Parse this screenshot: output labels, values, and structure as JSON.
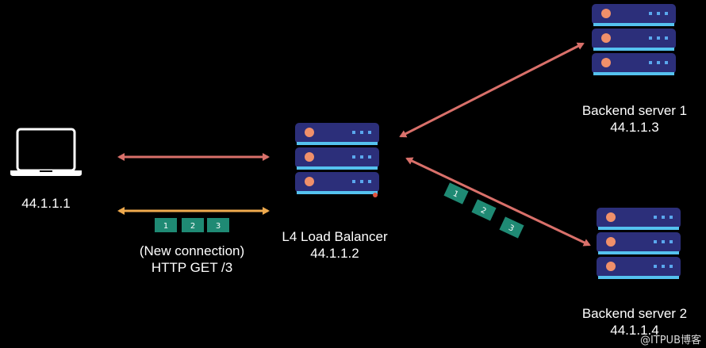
{
  "client": {
    "ip": "44.1.1.1"
  },
  "request": {
    "line1": "(New connection)",
    "line2": "HTTP GET /3",
    "packets": [
      "1",
      "2",
      "3"
    ]
  },
  "load_balancer": {
    "name": "L4 Load Balancer",
    "ip": "44.1.1.2"
  },
  "backend1": {
    "name": "Backend server 1",
    "ip": "44.1.1.3"
  },
  "backend2": {
    "name": "Backend server 2",
    "ip": "44.1.1.4",
    "packets": [
      "1",
      "2",
      "3"
    ]
  },
  "watermark": "@ITPUB博客",
  "colors": {
    "background": "#000000",
    "arrow_red": "#d9706a",
    "arrow_orange": "#efaa4e",
    "server_body": "#2c2f7a",
    "server_stripe": "#55c2ef",
    "server_knob": "#f0906a",
    "server_dot": "#5aa8ee",
    "packet": "#1f8a74",
    "power_dot": "#e0533e"
  }
}
